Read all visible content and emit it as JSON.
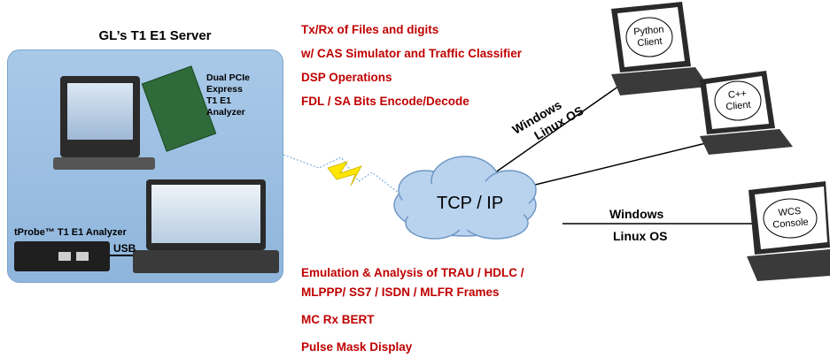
{
  "server": {
    "title": "GL’s T1 E1 Server",
    "pcie_label": [
      "Dual PCIe",
      "Express",
      "T1 E1",
      "Analyzer"
    ],
    "tprobe_label": "tProbe™ T1 E1 Analyzer",
    "usb_label": "USB"
  },
  "features_top": [
    "Tx/Rx of Files and digits",
    "w/ CAS Simulator and Traffic Classifier",
    "DSP Operations",
    "FDL / SA Bits Encode/Decode"
  ],
  "features_bottom": [
    "Emulation &  Analysis of TRAU / HDLC /",
    "MLPPP/ SS7 / ISDN / MLFR Frames",
    "MC Rx BERT",
    "Pulse Mask Display"
  ],
  "network": {
    "cloud_label": "TCP / IP",
    "upper_link": [
      "Windows",
      "Linux OS"
    ],
    "lower_link": [
      "Windows",
      "Linux OS"
    ]
  },
  "clients": [
    {
      "label": [
        "Python",
        "Client"
      ]
    },
    {
      "label": [
        "C++",
        "Client"
      ]
    },
    {
      "label": [
        "WCS",
        "Console"
      ]
    }
  ],
  "colors": {
    "feature_text": "#c00000",
    "server_panel": "#9dbfe3",
    "cloud": "#b9d3ee"
  }
}
